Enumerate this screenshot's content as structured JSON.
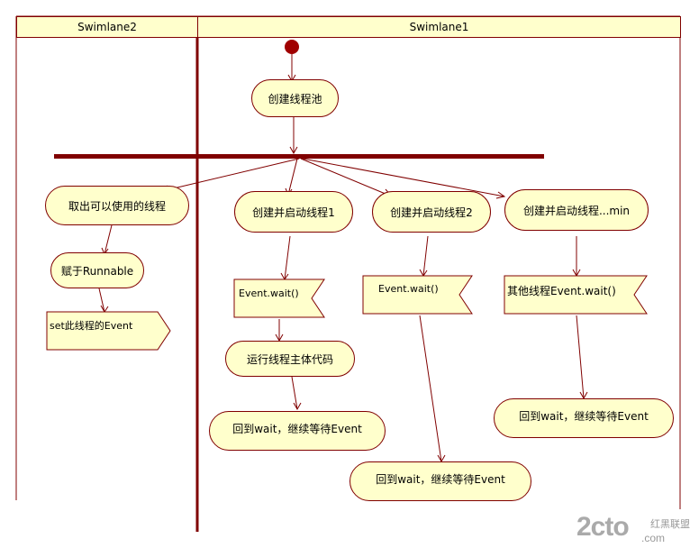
{
  "lanes": {
    "lane2_title": "Swimlane2",
    "lane1_title": "Swimlane1"
  },
  "actions": {
    "create_pool": "创建线程池",
    "take_thread": "取出可以使用的线程",
    "assign_runnable": "赋于Runnable",
    "create_thread1": "创建并启动线程1",
    "create_thread2": "创建并启动线程2",
    "create_thread_min": "创建并启动线程...min",
    "run_main_code": "运行线程主体代码",
    "return_wait_1": "回到wait，继续等待Event",
    "return_wait_2": "回到wait，继续等待Event",
    "return_wait_min": "回到wait，继续等待Event"
  },
  "signals": {
    "set_event": "set此线程的Event",
    "wait1": "Event.wait()",
    "wait2": "Event.wait()",
    "wait_other": "其他线程Event.wait()"
  },
  "watermark": {
    "logo": "2cto",
    "suffix": ".com",
    "tagline": "红黑联盟"
  },
  "colors": {
    "line": "#800000",
    "fill": "#ffffcc"
  }
}
